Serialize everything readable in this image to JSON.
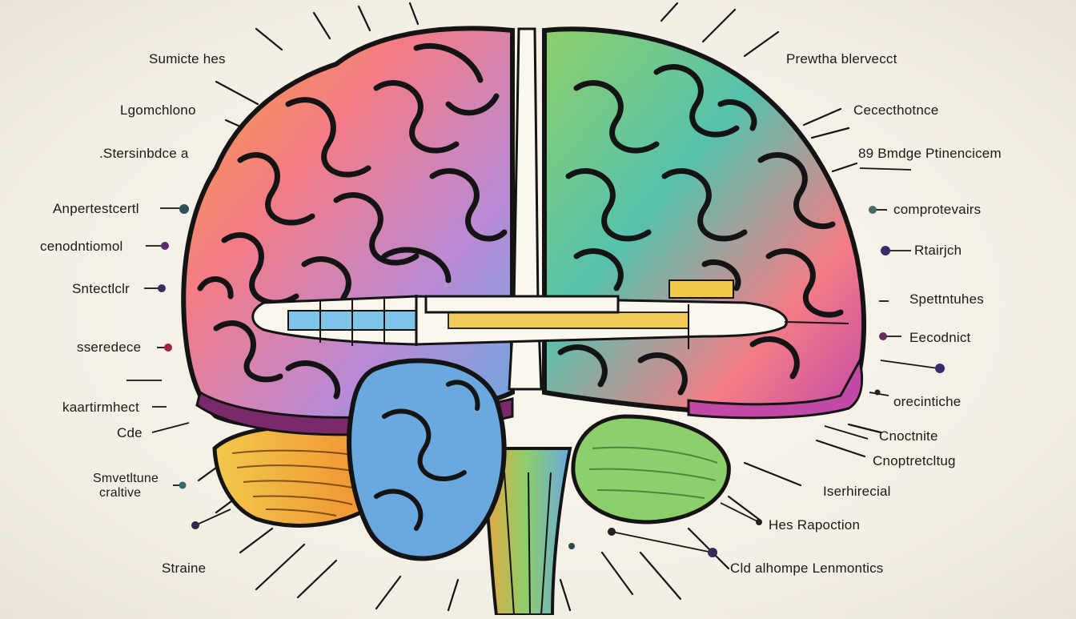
{
  "palette": {
    "paper": "#f6f2ea",
    "ink": "#141414",
    "orange": "#f5a03a",
    "pink": "#f47c86",
    "purple": "#b98ad6",
    "blue": "#6aa8e0",
    "teal": "#56c2ad",
    "green": "#8dcf6a",
    "magenta": "#c24aa6",
    "yellow": "#f2c84b"
  },
  "labels_left": {
    "l1": "Sumicte hes",
    "l2": "Lgomchlono",
    "l3": ".Stersinbdce a",
    "l4": "Anpertestcertl",
    "l5": "cenodntiomol",
    "l6": "Sntectlclr",
    "l7": "sseredece",
    "l8": "kaartirmhect",
    "l9": "Cde",
    "l10a": "Smvetltune",
    "l10b": "craltive",
    "l11": "Straine"
  },
  "labels_right": {
    "r1": "Prewtha blervecct",
    "r2": "Cececthotnce",
    "r3": "89 Bmdge Ptinencicem",
    "r4": "comprotevairs",
    "r5": "Rtairjch",
    "r6": "Spettntuhes",
    "r7": "Eecodnict",
    "r8": "orecintiche",
    "r9": "Cnoctnite",
    "r10": "Cnoptretcltug",
    "r11": "Iserhirecial",
    "r12": "Hes Rapoction",
    "r13": "Cld alhompe Lenmontics"
  }
}
